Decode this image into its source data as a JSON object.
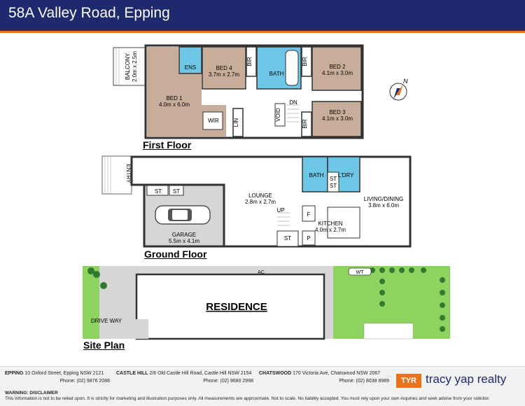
{
  "title": "58A Valley Road, Epping",
  "colors": {
    "header": "#1f2a6e",
    "accent": "#e8731c",
    "bedroom": "#c9ad9b",
    "wet": "#6ec6e6",
    "garage": "#d6d6d6",
    "grass": "#8ed35f"
  },
  "first_floor": {
    "label": "First Floor",
    "rooms": {
      "balcony": "BALCONY",
      "balcony_dim": "2.0m x 2.5m",
      "ens": "ENS",
      "bed4": "BED 4",
      "bed4_dim": "3.7m x 2.7m",
      "bir1": "BIR",
      "bath": "BATH",
      "bir2": "BIR",
      "bed2": "BED 2",
      "bed2_dim": "4.1m x 3.0m",
      "bed1": "BED 1",
      "bed1_dim": "4.0m x 6.0m",
      "wir": "WIR",
      "lin": "LIN",
      "void": "VOID",
      "dn": "DN",
      "bir3": "BIR",
      "bed3": "BED 3",
      "bed3_dim": "4.1m x 3.0m"
    }
  },
  "compass": {
    "label": "N",
    "icon": "compass-icon"
  },
  "ground_floor": {
    "label": "Ground Floor",
    "rooms": {
      "entry": "ENTRY",
      "st1": "ST",
      "st2": "ST",
      "lounge": "LOUNGE",
      "lounge_dim": "2.8m x 2.7m",
      "bath": "BATH",
      "ldry": "L'DRY",
      "st3": "ST",
      "st4": "ST",
      "living": "LIVING/DINING",
      "living_dim": "3.8m x 6.0m",
      "garage": "GARAGE",
      "garage_dim": "5.5m x 4.1m",
      "up": "UP",
      "f": "F",
      "kitchen": "KITCHEN",
      "kitchen_dim": "4.0m x 2.7m",
      "st5": "ST",
      "p": "P"
    }
  },
  "site_plan": {
    "label": "Site Plan",
    "ac": "AC",
    "wt": "WT",
    "residence": "RESIDENCE",
    "driveway": "DRIVE WAY"
  },
  "footer": {
    "offices": [
      {
        "name": "EPPING",
        "address": "10 Oxford Street, Epping NSW 2121",
        "phone": "Phone: (02) 9876 2088"
      },
      {
        "name": "CASTLE HILL",
        "address": "2/6 Old Castle Hill Road, Castle Hill NSW 2154",
        "phone": "Phone: (02) 9680 2998"
      },
      {
        "name": "CHATSWOOD",
        "address": "170 Victoria Ave, Chatswood NSW 2067",
        "phone": "Phone: (02) 8038 8989"
      }
    ],
    "brand": {
      "logo": "TYR",
      "name": "tracy yap realty"
    },
    "disclaimer_heading": "WARNING: DISCLAIMER",
    "disclaimer": "This information is not to be relied upon. It is strictly for marketing and illustration purposes only. All measurements are approximate. Not to scale. No liability accepted. You must rely upon your own inquiries and seek advise from your solicitor."
  }
}
